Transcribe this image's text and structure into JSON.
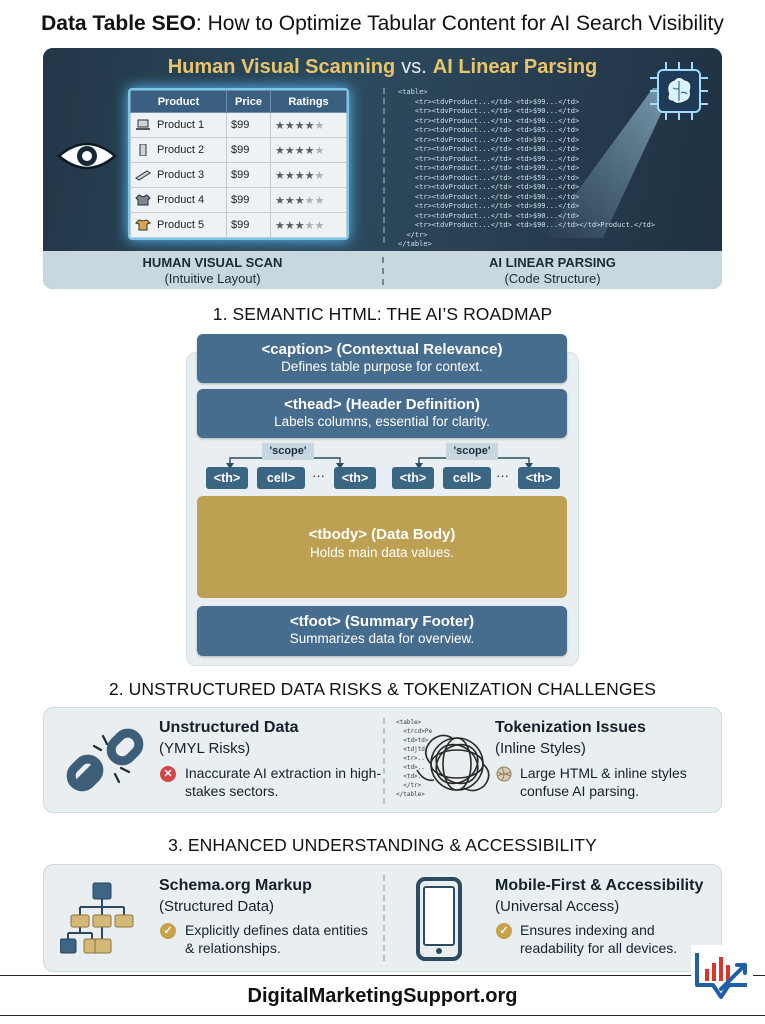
{
  "title": {
    "bold": "Data Table SEO",
    "rest": ": How to Optimize Tabular Content for AI Search Visibility"
  },
  "hero": {
    "left_heading": "Human Visual Scanning",
    "vs": "vs.",
    "right_heading": "AI Linear Parsing",
    "table": {
      "headers": [
        "Product",
        "Price",
        "Ratings"
      ],
      "rows": [
        {
          "name": "Product 1",
          "price": "$99",
          "stars_on": 4
        },
        {
          "name": "Product 2",
          "price": "$99",
          "stars_on": 4
        },
        {
          "name": "Product 3",
          "price": "$99",
          "stars_on": 4
        },
        {
          "name": "Product 4",
          "price": "$99",
          "stars_on": 3
        },
        {
          "name": "Product 5",
          "price": "$99",
          "stars_on": 3
        }
      ],
      "stars_total": 5
    },
    "code_lines": [
      "<table>",
      "    <tr><tdvProduct...</td> <td>$99...</td>",
      "    <tr><tdvProduct...</td> <td>$90...</td>",
      "    <tr><tdvProduct...</td> <td>$90...</td>",
      "    <tr><tdvProduct...</td> <td>$05...</td>",
      "    <tr><tdvProduct...</td> <td>$99...</td>",
      "    <tr><tdvProduct...</td> <td>$90...</td>",
      "    <tr><tdvProduct...</td> <td>$99...</td>",
      "    <tr><tdvProduct...</td> <td>$99...</td>",
      "    <tr><tdvProduct...</td> <td>$59...</td>",
      "    <tr><tdvProduct...</td> <td>$90...</td>",
      "    <tr><tdvProduct...</td> <td>$90...</td>",
      "    <tr><tdvProduct...</td> <td>$99...</td>",
      "    <tr><tdvProduct...</td> <td>$90...</td>",
      "    <tr><tdvProduct...</td> <td>$90...</td></td>Product.</td>",
      "  </tr>",
      "</table>"
    ],
    "left_label_title": "HUMAN VISUAL SCAN",
    "left_label_sub": "(Intuitive Layout)",
    "right_label_title": "AI LINEAR PARSING",
    "right_label_sub": "(Code Structure)"
  },
  "section1": {
    "heading": "1. SEMANTIC HTML: THE AI’S ROADMAP",
    "caption_title": "<caption> (Contextual Relevance)",
    "caption_desc": "Defines table purpose for context.",
    "thead_title": "<thead> (Header Definition)",
    "thead_desc": "Labels columns, essential for clarity.",
    "scope_label": "'scope'",
    "th_label": "<th>",
    "cell_label": "cell>",
    "ellipsis": "···",
    "tbody_title": "<tbody> (Data Body)",
    "tbody_desc": "Holds main data values.",
    "tfoot_title": "<tfoot> (Summary Footer)",
    "tfoot_desc": "Summarizes data for overview."
  },
  "section2": {
    "heading": "2. UNSTRUCTURED DATA RISKS & TOKENIZATION CHALLENGES",
    "left_title": "Unstructured Data",
    "left_sub": "(YMYL Risks)",
    "left_desc": "Inaccurate AI extraction in high-stakes sectors.",
    "right_title": "Tokenization Issues",
    "right_sub": "(Inline Styles)",
    "right_desc": "Large HTML & inline styles confuse AI parsing.",
    "tangle_code": [
      "<table>",
      "  <trcd>Pe",
      "  <td>td>",
      "  <tdjtd",
      "  <tr>..",
      "  <td>..",
      "  <td>..",
      "  </tr>",
      "</table>"
    ]
  },
  "section3": {
    "heading": "3. ENHANCED UNDERSTANDING & ACCESSIBILITY",
    "left_title": "Schema.org Markup",
    "left_sub": "(Structured Data)",
    "left_desc": "Explicitly defines data entities & relationships.",
    "right_title": "Mobile-First & Accessibility",
    "right_sub": "(Universal Access)",
    "right_desc": "Ensures indexing and readability for all devices."
  },
  "footer": {
    "site": "DigitalMarketingSupport.org"
  },
  "colors": {
    "navy": "#476d8e",
    "gold": "#bea052",
    "accent_gold": "#e8c46a",
    "panel": "#e9eef1",
    "check": "#c7a24a",
    "error": "#d64545",
    "logo_blue": "#1f5fa8",
    "logo_red": "#d9352b"
  }
}
